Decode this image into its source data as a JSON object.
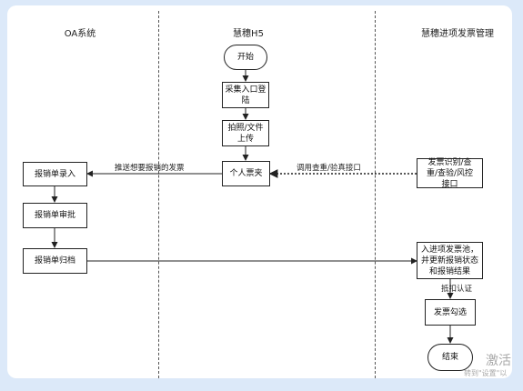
{
  "lanes": [
    {
      "title": "OA系统"
    },
    {
      "title": "慧穗H5"
    },
    {
      "title": "慧穗进项发票管理"
    }
  ],
  "nodes": {
    "start": "开始",
    "collect": "采集入口登陆",
    "photo": "拍照/文件上传",
    "wallet": "个人票夹",
    "recognize": "发票识别/查重/查验/风控接口",
    "expense_entry": "报销单录入",
    "expense_approve": "报销单审批",
    "expense_archive": "报销单归档",
    "pool": "入进项发票池，并更新报销状态和报销结果",
    "deduct_label": "抵扣认证",
    "select": "发票勾选",
    "end": "结束"
  },
  "edges": {
    "push_label": "推送想要报销的发票",
    "invoke_label": "调用查重/验真接口"
  },
  "colors": {
    "background": "#dce9f9",
    "line": "#222222"
  },
  "watermark": {
    "main": "激活 Wi",
    "sub": "转到\"设置\"以"
  }
}
